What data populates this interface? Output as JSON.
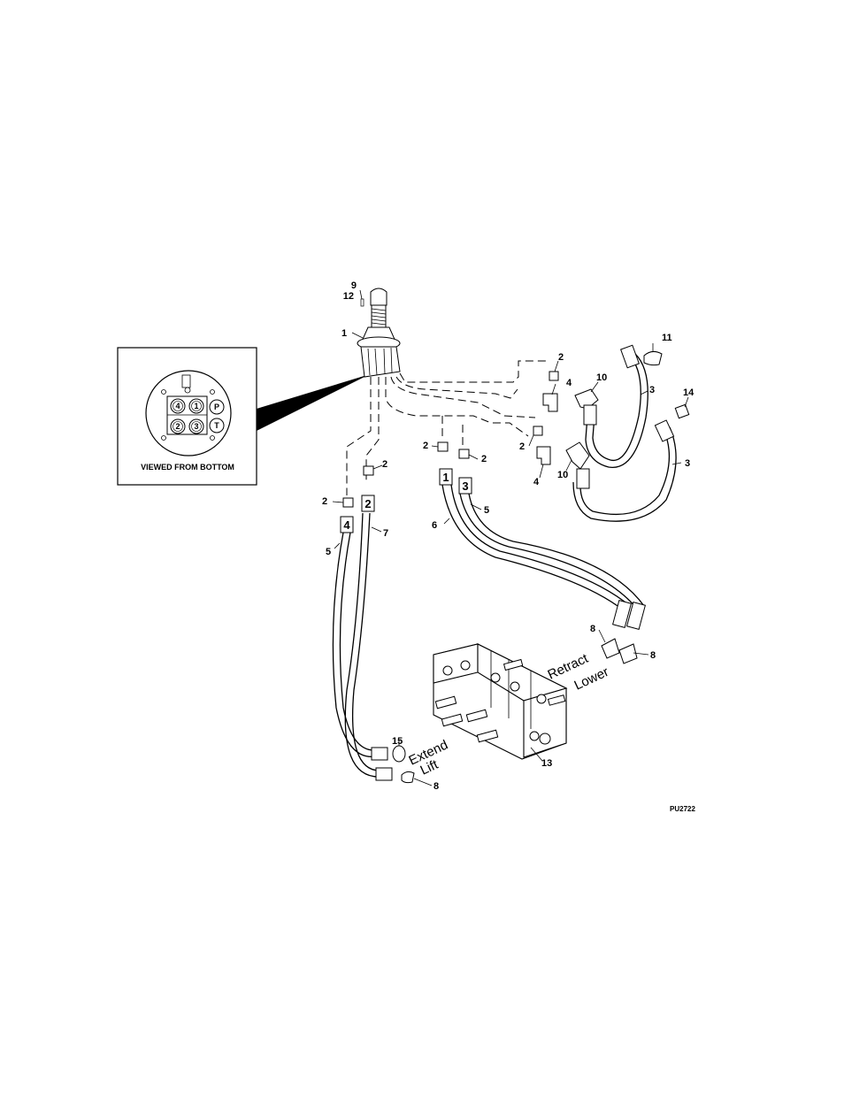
{
  "drawing_id": "PU2722",
  "inset": {
    "caption": "VIEWED FROM BOTTOM",
    "ports": [
      "4",
      "1",
      "P",
      "2",
      "3",
      "T"
    ]
  },
  "callouts": [
    "9",
    "12",
    "1",
    "11",
    "2",
    "4",
    "10",
    "3",
    "14",
    "2",
    "2",
    "2",
    "4",
    "10",
    "3",
    "2",
    "2",
    "5",
    "6",
    "5",
    "7",
    "8",
    "8",
    "15",
    "8",
    "13"
  ],
  "hose_tags": [
    "1",
    "3",
    "2",
    "4"
  ],
  "flow_labels": {
    "retract": "Retract",
    "lower": "Lower",
    "extend": "Extend",
    "lift": "Lift"
  }
}
